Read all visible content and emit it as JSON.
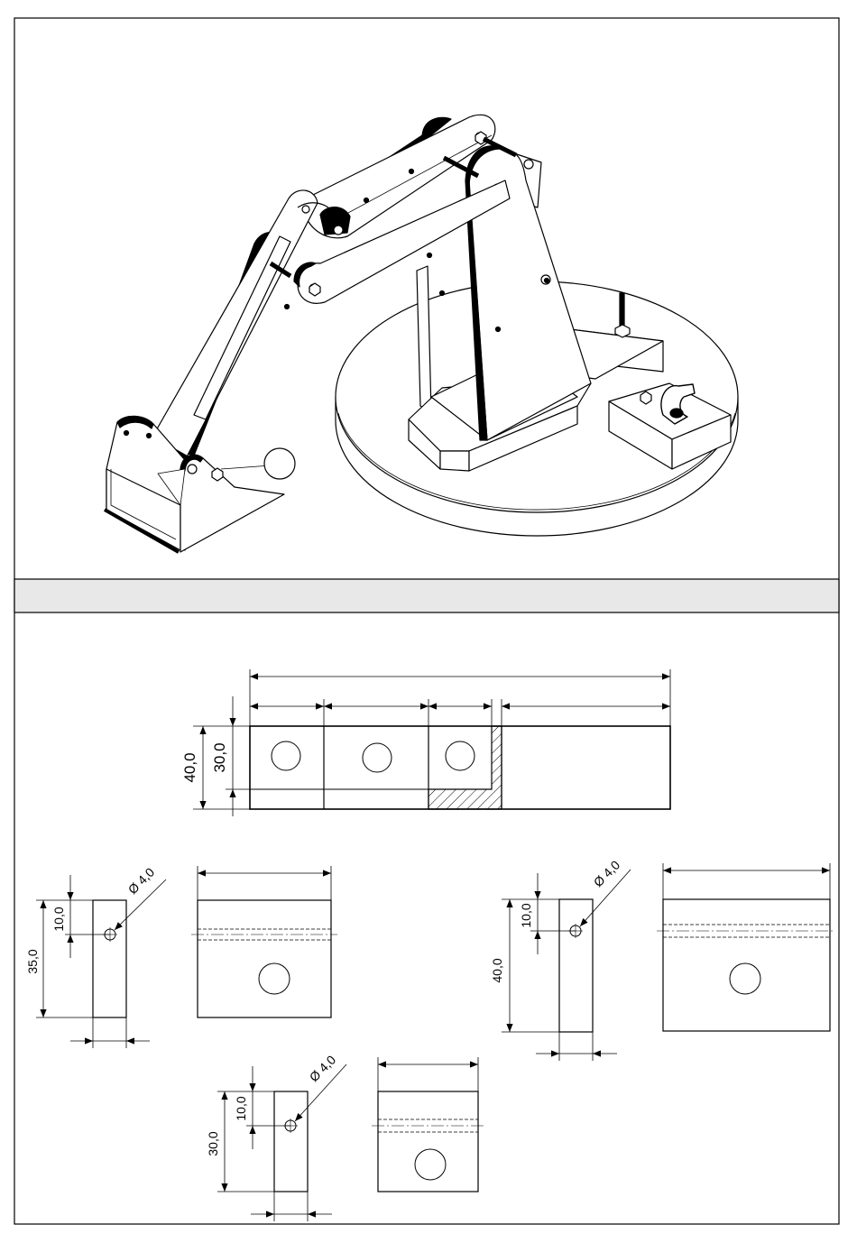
{
  "assembly_view": {
    "detail_marker": ""
  },
  "title_bar": {
    "text": ""
  },
  "front_view": {
    "dim_overall_height": "40,0",
    "dim_inner_height": "30,0"
  },
  "part_35": {
    "dim_height": "35,0",
    "dim_hole_offset": "10,0",
    "dim_hole_diameter": "Ø 4,0"
  },
  "part_40": {
    "dim_height": "40,0",
    "dim_hole_offset": "10,0",
    "dim_hole_diameter": "Ø 4,0"
  },
  "part_30": {
    "dim_height": "30,0",
    "dim_hole_offset": "10,0",
    "dim_hole_diameter": "Ø 4,0"
  },
  "colors": {
    "line": "#000000",
    "title_bar_fill": "#e8e8e8",
    "part_fill": "#ffffff"
  }
}
